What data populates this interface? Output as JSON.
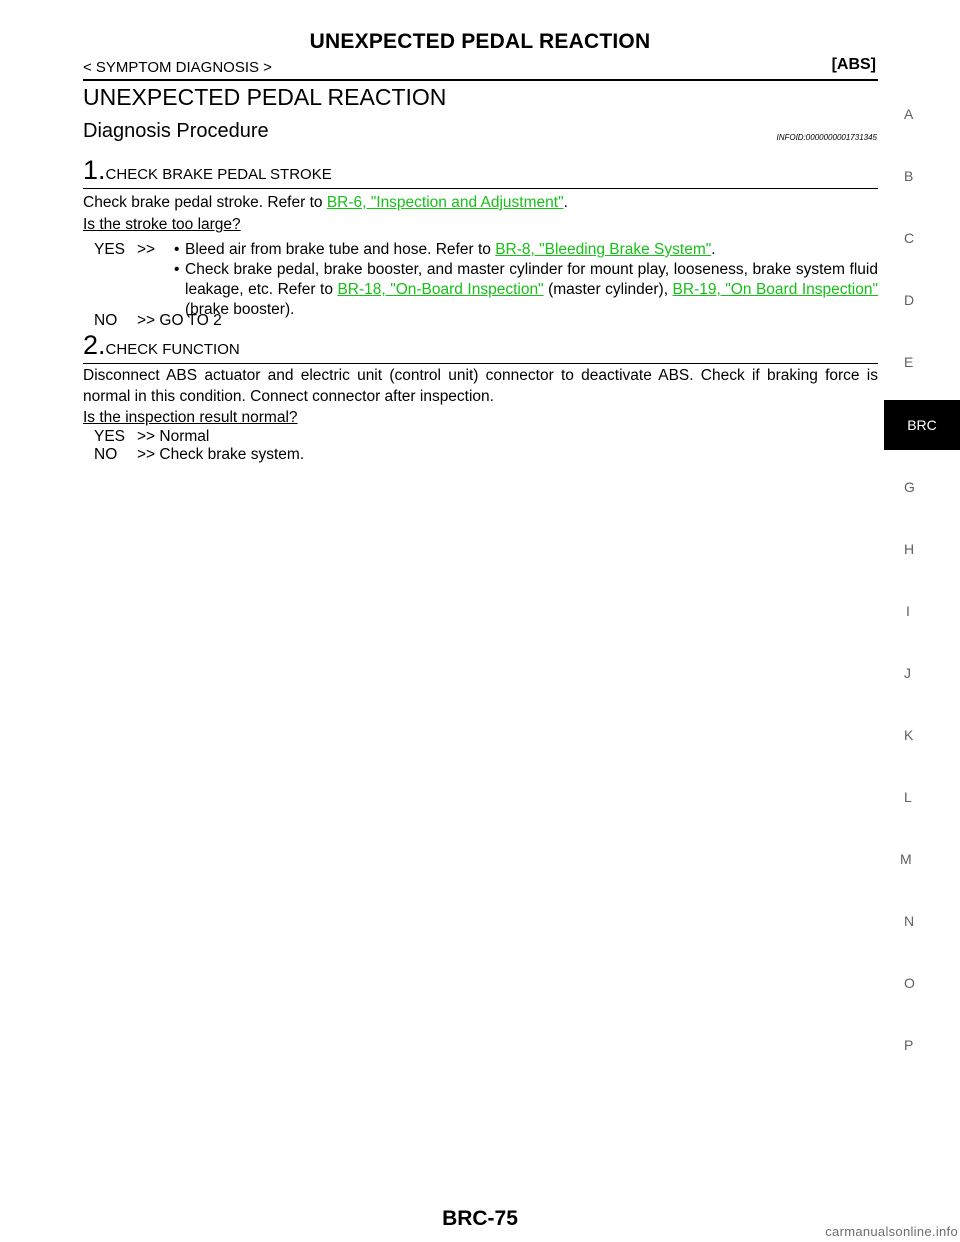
{
  "header": {
    "title": "UNEXPECTED PEDAL REACTION",
    "section_left": "< SYMPTOM DIAGNOSIS >",
    "section_right": "[ABS]"
  },
  "heading": "UNEXPECTED PEDAL REACTION",
  "subheading": "Diagnosis Procedure",
  "infoid": "INFOID:0000000001731345",
  "steps": [
    {
      "num": "1.",
      "title": "CHECK BRAKE PEDAL STROKE",
      "text_before": "Check brake pedal stroke. Refer to ",
      "link": "BR-6, \"Inspection and Adjustment\"",
      "text_after": ".",
      "question": "Is the stroke too large?",
      "yes_label": "YES",
      "yes_arrow": ">>",
      "yes_bullets": [
        {
          "text_before": "Bleed air from brake tube and hose. Refer to ",
          "link": "BR-8, \"Bleeding Brake System\"",
          "text_after": "."
        },
        {
          "text_before": "Check brake pedal, brake booster, and master cylinder for mount play, looseness, brake system fluid leakage, etc. Refer to ",
          "link1": "BR-18, \"On-Board Inspection\"",
          "text_mid": " (master cylinder), ",
          "link2": "BR-19, \"On Board Inspection\"",
          "text_after": " (brake booster)."
        }
      ],
      "no_label": "NO",
      "no_text": ">> GO TO 2"
    },
    {
      "num": "2.",
      "title": "CHECK FUNCTION",
      "text": "Disconnect ABS actuator and electric unit (control unit) connector to deactivate ABS. Check if braking force is normal in this condition. Connect connector after inspection.",
      "question": "Is the inspection result normal?",
      "yes_label": "YES",
      "yes_text": ">> Normal",
      "no_label": "NO",
      "no_text": ">> Check brake system."
    }
  ],
  "side_tabs": [
    "A",
    "B",
    "C",
    "D",
    "E",
    "BRC",
    "G",
    "H",
    "I",
    "J",
    "K",
    "L",
    "M",
    "N",
    "O",
    "P"
  ],
  "active_tab": "BRC",
  "page_number": "BRC-75",
  "watermark": "carmanualsonline.info",
  "colors": {
    "link": "#17c017",
    "active_tab_bg": "#000000",
    "tab_text": "#606060"
  }
}
